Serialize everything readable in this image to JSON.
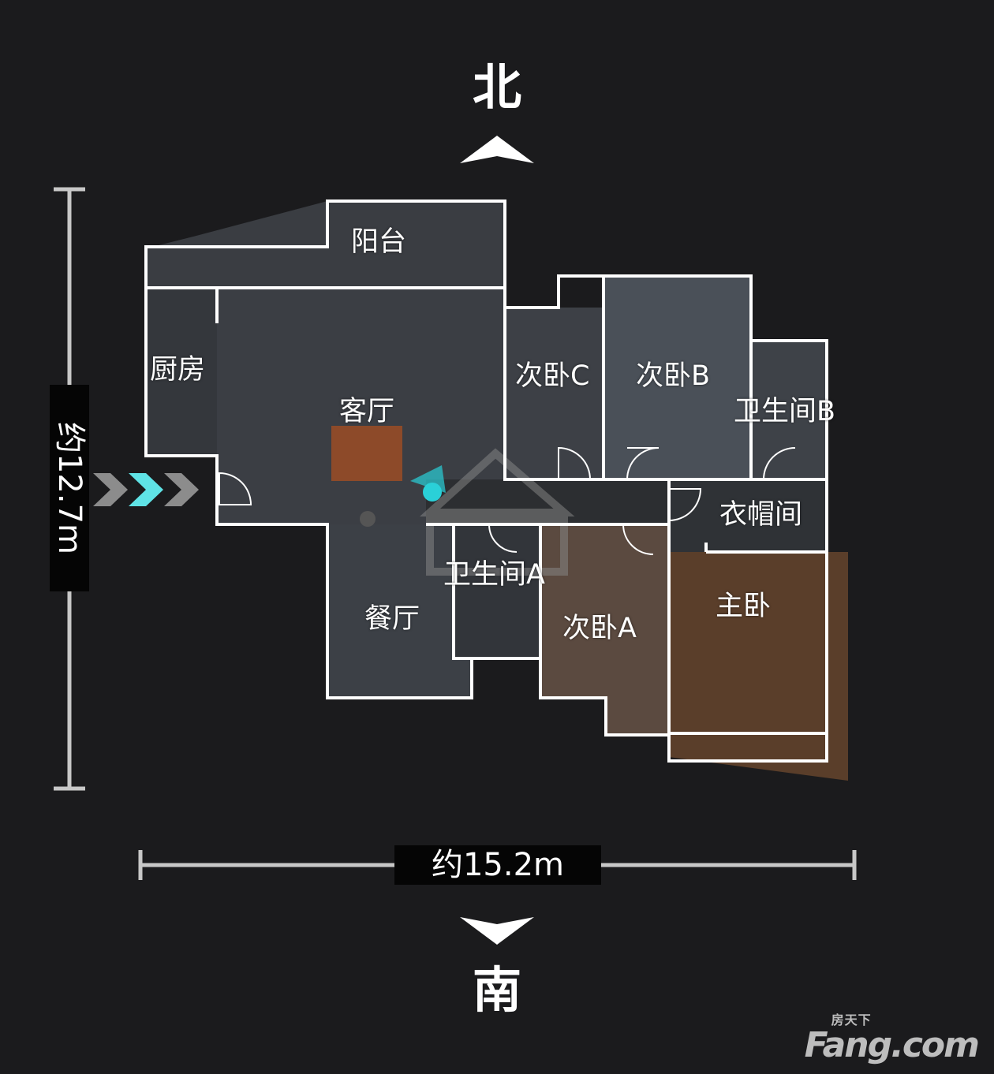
{
  "compass": {
    "north": "北",
    "south": "南"
  },
  "dimensions": {
    "depth": "约12.7m",
    "width": "约15.2m"
  },
  "rooms": {
    "balcony": "阳台",
    "kitchen": "厨房",
    "living_room": "客厅",
    "bedroom_c": "次卧C",
    "bedroom_b": "次卧B",
    "bathroom_b": "卫生间B",
    "cloakroom": "衣帽间",
    "master_bedroom": "主卧",
    "dining_room": "餐厅",
    "bathroom_a": "卫生间A",
    "bedroom_a": "次卧A"
  },
  "colors": {
    "background": "#1b1b1d",
    "wall": "#ffffff",
    "entrance": "#5fe3e6",
    "viewpoint": "#2ad0d8"
  },
  "logo": {
    "brand": "Fang.com",
    "brand_cn": "房天下"
  }
}
